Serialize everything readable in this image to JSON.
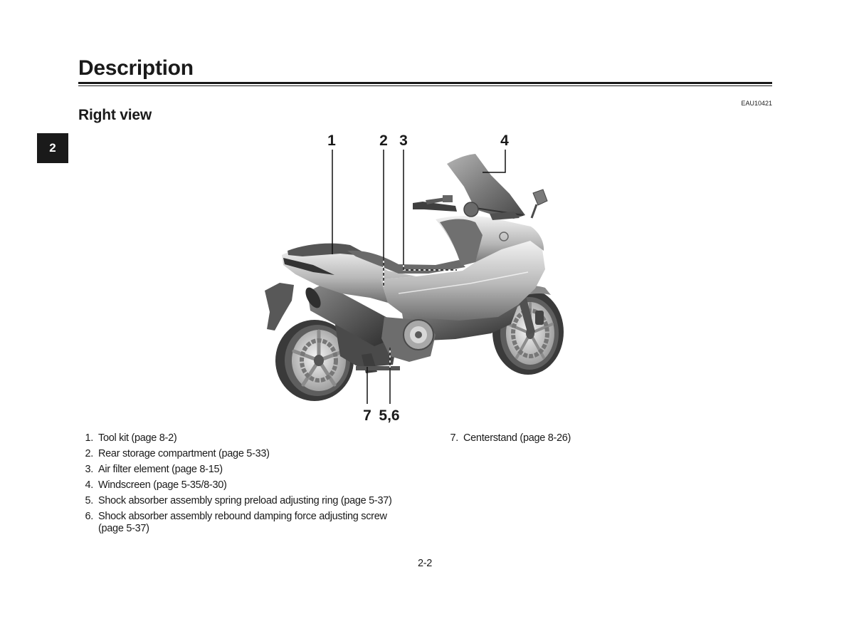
{
  "header": {
    "title": "Description",
    "code": "EAU10421"
  },
  "section": {
    "title": "Right view",
    "tab": "2"
  },
  "figure": {
    "callouts": [
      "1",
      "2",
      "3",
      "4",
      "7",
      "5,6"
    ]
  },
  "parts": {
    "left": [
      {
        "num": "1.",
        "text": "Tool kit (page 8-2)"
      },
      {
        "num": "2.",
        "text": "Rear storage compartment (page 5-33)"
      },
      {
        "num": "3.",
        "text": "Air filter element (page 8-15)"
      },
      {
        "num": "4.",
        "text": "Windscreen (page 5-35/8-30)"
      },
      {
        "num": "5.",
        "text": "Shock absorber assembly spring preload adjusting ring (page 5-37)"
      },
      {
        "num": "6.",
        "text": "Shock absorber assembly rebound damping force adjusting screw (page 5-37)"
      }
    ],
    "right": [
      {
        "num": "7.",
        "text": "Centerstand (page 8-26)"
      }
    ]
  },
  "footer": {
    "page": "2-2"
  },
  "colors": {
    "text": "#1a1a1a",
    "tab_bg": "#1a1a1a",
    "tab_text": "#ffffff"
  }
}
